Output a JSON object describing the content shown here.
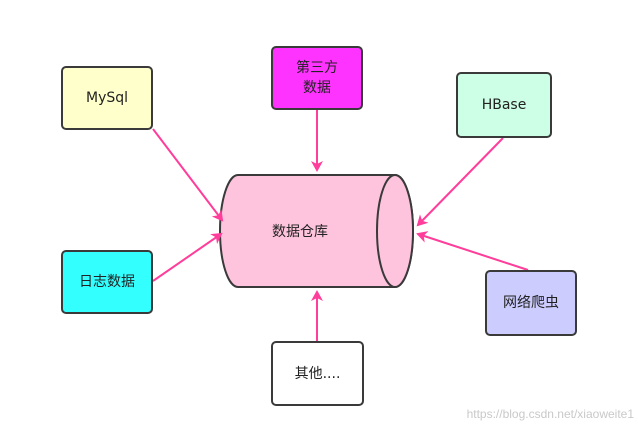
{
  "colors": {
    "arrow": "#ff3d9a",
    "cylinder_fill": "#ffc4dd",
    "cylinder_stroke": "#3a3a3a",
    "mysql": "#ffffcc",
    "third_party": "#ff33ff",
    "hbase": "#ccffe6",
    "logs": "#33ffff",
    "crawler": "#ccccff",
    "other": "#ffffff"
  },
  "center": {
    "label": "数据仓库"
  },
  "sources": {
    "mysql": {
      "label": "MySql"
    },
    "third_party": {
      "label": "第三方\n数据"
    },
    "hbase": {
      "label": "HBase"
    },
    "logs": {
      "label": "日志数据"
    },
    "crawler": {
      "label": "网络爬虫"
    },
    "other": {
      "label": "其他...."
    }
  },
  "watermark": "https://blog.csdn.net/xiaoweite1"
}
